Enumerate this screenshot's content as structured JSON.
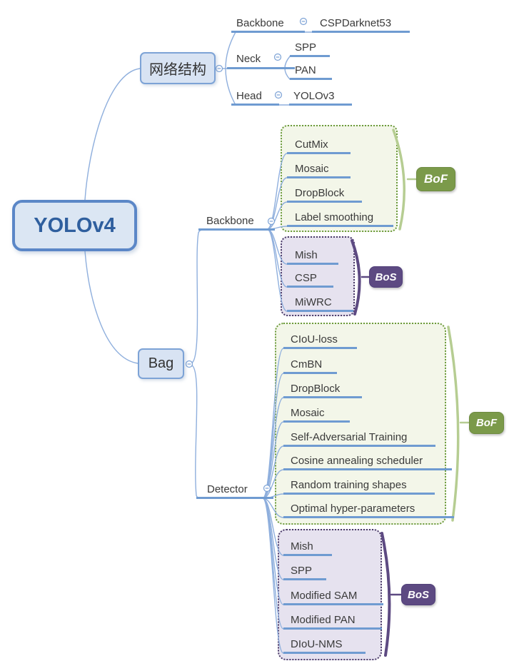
{
  "root": {
    "label": "YOLOv4"
  },
  "network_structure": {
    "label": "网络结构",
    "backbone_label": "Backbone",
    "backbone_value": "CSPDarknet53",
    "neck_label": "Neck",
    "neck_items": [
      "SPP",
      "PAN"
    ],
    "head_label": "Head",
    "head_value": "YOLOv3"
  },
  "bag": {
    "label": "Bag",
    "backbone": {
      "label": "Backbone",
      "bof_tag": "BoF",
      "bof_items": [
        "CutMix",
        "Mosaic",
        "DropBlock",
        "Label smoothing"
      ],
      "bos_tag": "BoS",
      "bos_items": [
        "Mish",
        "CSP",
        "MiWRC"
      ]
    },
    "detector": {
      "label": "Detector",
      "bof_tag": "BoF",
      "bof_items": [
        "CIoU-loss",
        "CmBN",
        "DropBlock",
        "Mosaic",
        "Self-Adversarial Training",
        "Cosine annealing scheduler",
        "Random training shapes",
        "Optimal hyper-parameters"
      ],
      "bos_tag": "BoS",
      "bos_items": [
        "Mish",
        "SPP",
        "Modified SAM",
        "Modified PAN",
        "DIoU-NMS"
      ]
    }
  },
  "colors": {
    "underline_blue": "#6f9bd1",
    "connector_blue": "#8fafdd",
    "root_border": "#5b87c7",
    "root_fill": "#dbe6f3",
    "root_text": "#2f5f9e",
    "topic_fill": "#d8e3f3",
    "topic_border": "#7da3d6",
    "bof_green": "#7b9a4a",
    "bos_purple": "#5d4a82",
    "boundary_green": "#6b9a3a",
    "boundary_green_fill": "#f3f6e9",
    "boundary_purple": "#4a3a68",
    "boundary_purple_fill": "#e6e2ef",
    "brace_green": "#b6cd92"
  }
}
